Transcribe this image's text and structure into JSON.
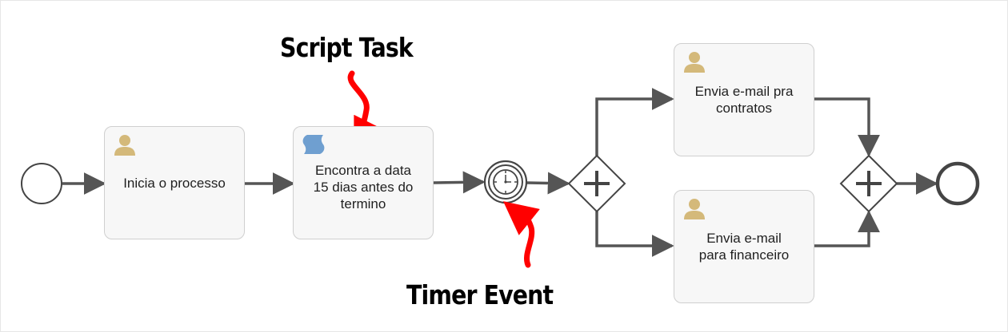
{
  "annotations": {
    "script_task": "Script Task",
    "timer_event": "Timer Event"
  },
  "tasks": {
    "start_process": {
      "label": "Inicia o processo",
      "icon": "user-icon"
    },
    "find_date": {
      "label": "Encontra a data\n15 dias antes do\ntermino",
      "icon": "script-icon"
    },
    "email_contracts": {
      "label": "Envia e-mail pra\ncontratos",
      "icon": "user-icon"
    },
    "email_finance": {
      "label": "Envia e-mail\npara financeiro",
      "icon": "user-icon"
    }
  },
  "elements": {
    "start_event": "start-event-icon",
    "timer_event": "timer-icon",
    "split_gateway": "parallel-gateway-icon",
    "join_gateway": "parallel-gateway-icon",
    "end_event": "end-event-icon"
  },
  "colors": {
    "flow": "#555555",
    "task_fill": "#f7f7f7",
    "task_border": "#cfcfcf",
    "user_icon": "#d4b97a",
    "script_icon": "#6f9fd0",
    "annotation_arrow": "#ff0000"
  }
}
